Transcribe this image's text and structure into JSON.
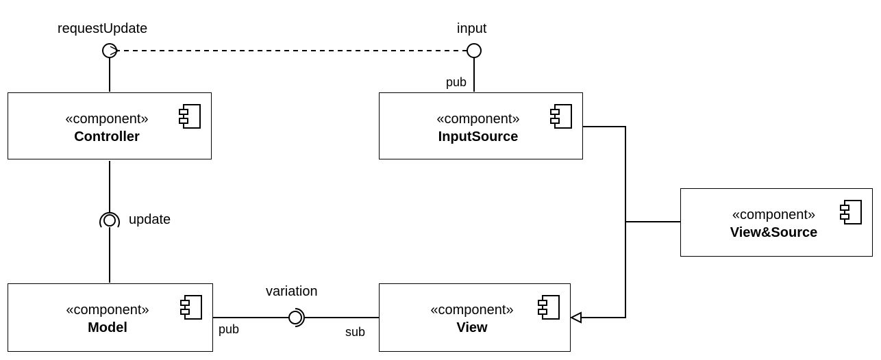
{
  "stereotype": "«component»",
  "components": {
    "controller": "Controller",
    "input_source": "InputSource",
    "view_source": "View&Source",
    "model": "Model",
    "view": "View"
  },
  "interfaces": {
    "request_update": "requestUpdate",
    "input": "input",
    "update": "update",
    "variation": "variation"
  },
  "ports": {
    "input_pub": "pub",
    "model_pub": "pub",
    "view_sub": "sub"
  }
}
